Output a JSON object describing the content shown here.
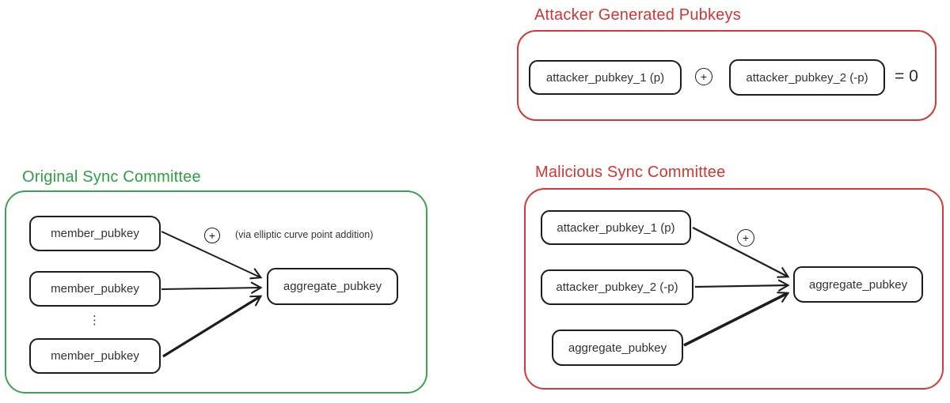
{
  "colors": {
    "red_border": "#d23937",
    "red_title": "#d43434",
    "green_border": "#3aa352",
    "green_title": "#2f9e44",
    "box_border": "#1d1d1d",
    "text": "#333333",
    "background": "#ffffff"
  },
  "icons": {
    "plus_operator": "+"
  },
  "sections": {
    "attacker_generated": {
      "title": "Attacker Generated Pubkeys",
      "pubkey1": "attacker_pubkey_1 (p)",
      "pubkey2": "attacker_pubkey_2 (-p)",
      "result": "= 0"
    },
    "original_committee": {
      "title": "Original Sync Committee",
      "member1": "member_pubkey",
      "member2": "member_pubkey",
      "member3": "member_pubkey",
      "ellipsis": "⋮",
      "aggregate": "aggregate_pubkey",
      "annotation": "(via elliptic curve point addition)"
    },
    "malicious_committee": {
      "title": "Malicious Sync Committee",
      "attacker1": "attacker_pubkey_1 (p)",
      "attacker2": "attacker_pubkey_2 (-p)",
      "old_aggregate": "aggregate_pubkey",
      "aggregate": "aggregate_pubkey"
    }
  }
}
